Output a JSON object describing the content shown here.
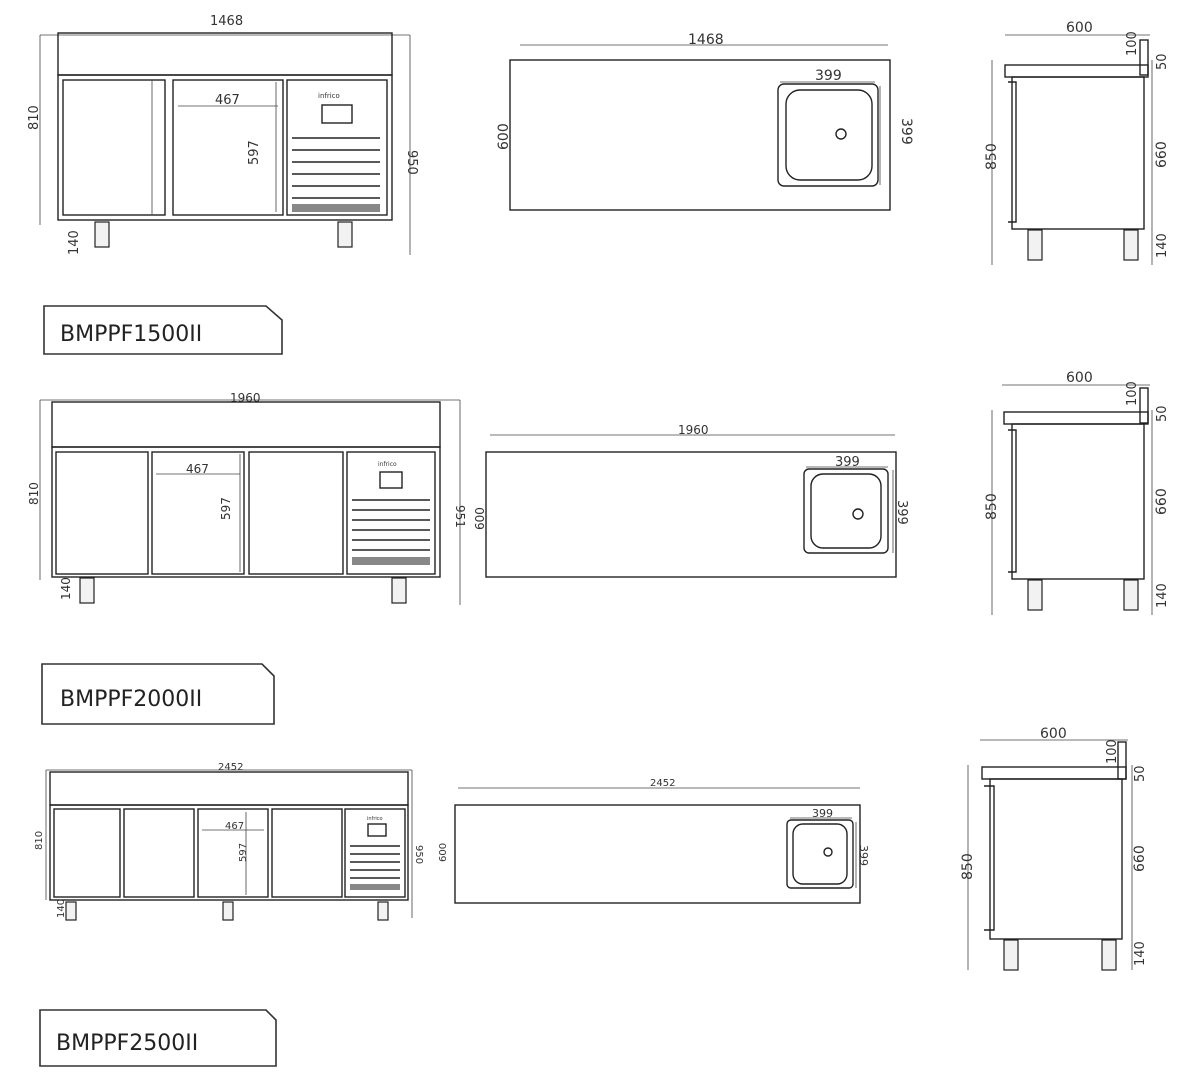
{
  "drawings": [
    {
      "model": "BMPPF1500II",
      "front": {
        "width": "1468",
        "height_total": "810",
        "height_right": "950",
        "door_width": "467",
        "door_height": "597",
        "leg_height": "140"
      },
      "top": {
        "width": "1468",
        "depth": "600",
        "sink_w": "399",
        "sink_h": "399"
      },
      "side": {
        "depth": "600",
        "upstand": "100",
        "top_thk": "50",
        "total_height": "850",
        "body_height": "660",
        "leg_height": "140"
      }
    },
    {
      "model": "BMPPF2000II",
      "front": {
        "width": "1960",
        "height_total": "810",
        "height_right": "951",
        "door_width": "467",
        "door_height": "597",
        "leg_height": "140"
      },
      "top": {
        "width": "1960",
        "depth": "600",
        "sink_w": "399",
        "sink_h": "399"
      },
      "side": {
        "depth": "600",
        "upstand": "100",
        "top_thk": "50",
        "total_height": "850",
        "body_height": "660",
        "leg_height": "140"
      }
    },
    {
      "model": "BMPPF2500II",
      "front": {
        "width": "2452",
        "height_total": "810",
        "height_right": "950",
        "door_width": "467",
        "door_height": "597",
        "leg_height": "140"
      },
      "top": {
        "width": "2452",
        "depth": "600",
        "sink_w": "399",
        "sink_h": "399"
      },
      "side": {
        "depth": "600",
        "upstand": "100",
        "top_thk": "50",
        "total_height": "850",
        "body_height": "660",
        "leg_height": "140"
      }
    }
  ],
  "brand_mark": "infrico"
}
